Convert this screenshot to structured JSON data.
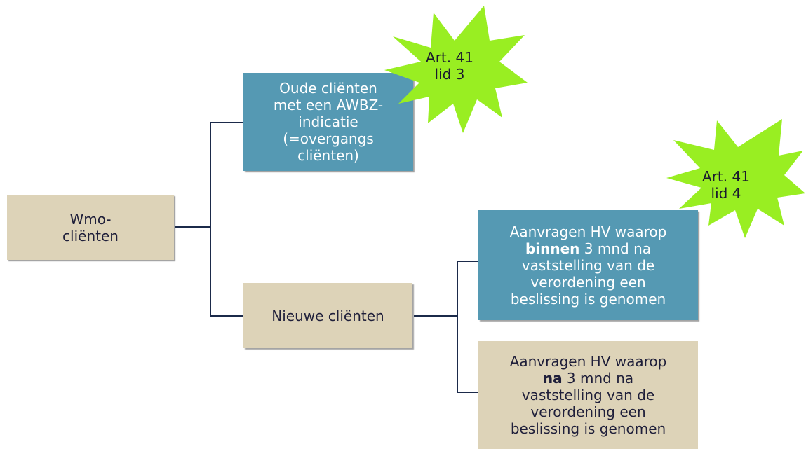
{
  "nodes": {
    "root": {
      "text": "Wmo-\ncliënten"
    },
    "old_clients": {
      "text": "Oude cliënten\nmet een AWBZ-\nindicatie\n(=overgangs\ncliënten)"
    },
    "new_clients": {
      "text": "Nieuwe cliënten"
    },
    "within": {
      "pre": "Aanvragen HV waarop\n",
      "bold": "binnen",
      "post": " 3 mnd na\nvaststelling van de\nverordening een\nbeslissing is genomen"
    },
    "after": {
      "pre": "Aanvragen HV waarop\n",
      "bold": "na",
      "post": " 3 mnd na\nvaststelling van de\nverordening een\nbeslissing is genomen"
    }
  },
  "stars": {
    "art41_lid3": {
      "text": "Art. 41\nlid 3"
    },
    "art41_lid4": {
      "text": "Art. 41\nlid 4"
    }
  },
  "colors": {
    "beige": "#ddd3b8",
    "teal": "#5599b3",
    "star": "#99ee22",
    "connector": "#1b2a4a"
  }
}
